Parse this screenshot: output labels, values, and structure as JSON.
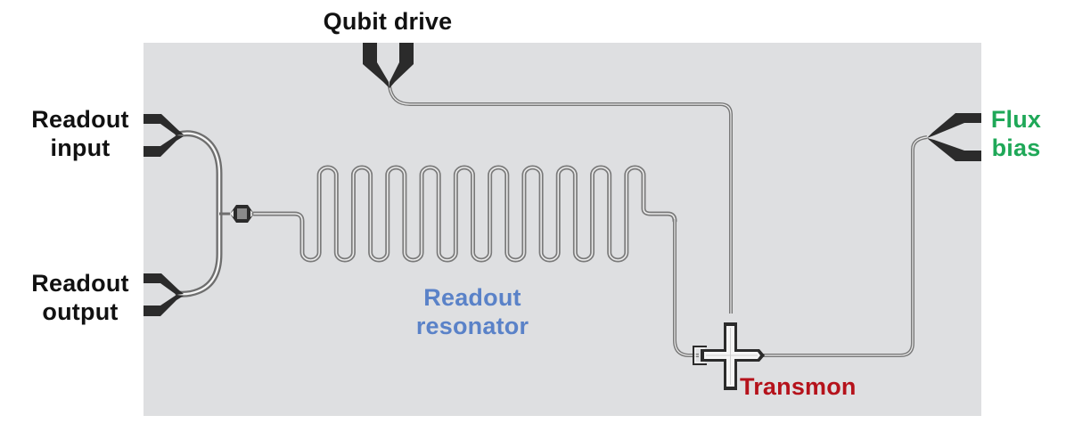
{
  "diagram": {
    "title": "Superconducting qubit chip layout",
    "labels": {
      "qubit_drive": "Qubit drive",
      "readout_input": [
        "Readout",
        "input"
      ],
      "readout_output": [
        "Readout",
        "output"
      ],
      "flux_bias": [
        "Flux",
        "bias"
      ],
      "readout_resonator": [
        "Readout",
        "resonator"
      ],
      "transmon": "Transmon"
    },
    "components": [
      {
        "id": "readout-feedline",
        "type": "coplanar-waveguide",
        "connects": [
          "readout_input",
          "readout_output"
        ]
      },
      {
        "id": "coupling-capacitor",
        "type": "capacitor",
        "connects": [
          "readout-feedline",
          "readout-resonator"
        ]
      },
      {
        "id": "readout-resonator",
        "type": "meander-resonator",
        "meander_turns": 10
      },
      {
        "id": "transmon",
        "type": "cross-qubit"
      },
      {
        "id": "drive-line",
        "type": "control-line",
        "connects": [
          "qubit_drive",
          "transmon"
        ]
      },
      {
        "id": "flux-line",
        "type": "control-line",
        "connects": [
          "flux_bias",
          "transmon"
        ]
      }
    ],
    "colors": {
      "chip": "#dedfe1",
      "pad": "#2b2b2b",
      "trace": "#8c8c8c",
      "trace_light": "#f2f2f2",
      "label_default": "#111111",
      "label_flux": "#1fa858",
      "label_resonator": "#5a82c8",
      "label_transmon": "#b5121b"
    }
  }
}
